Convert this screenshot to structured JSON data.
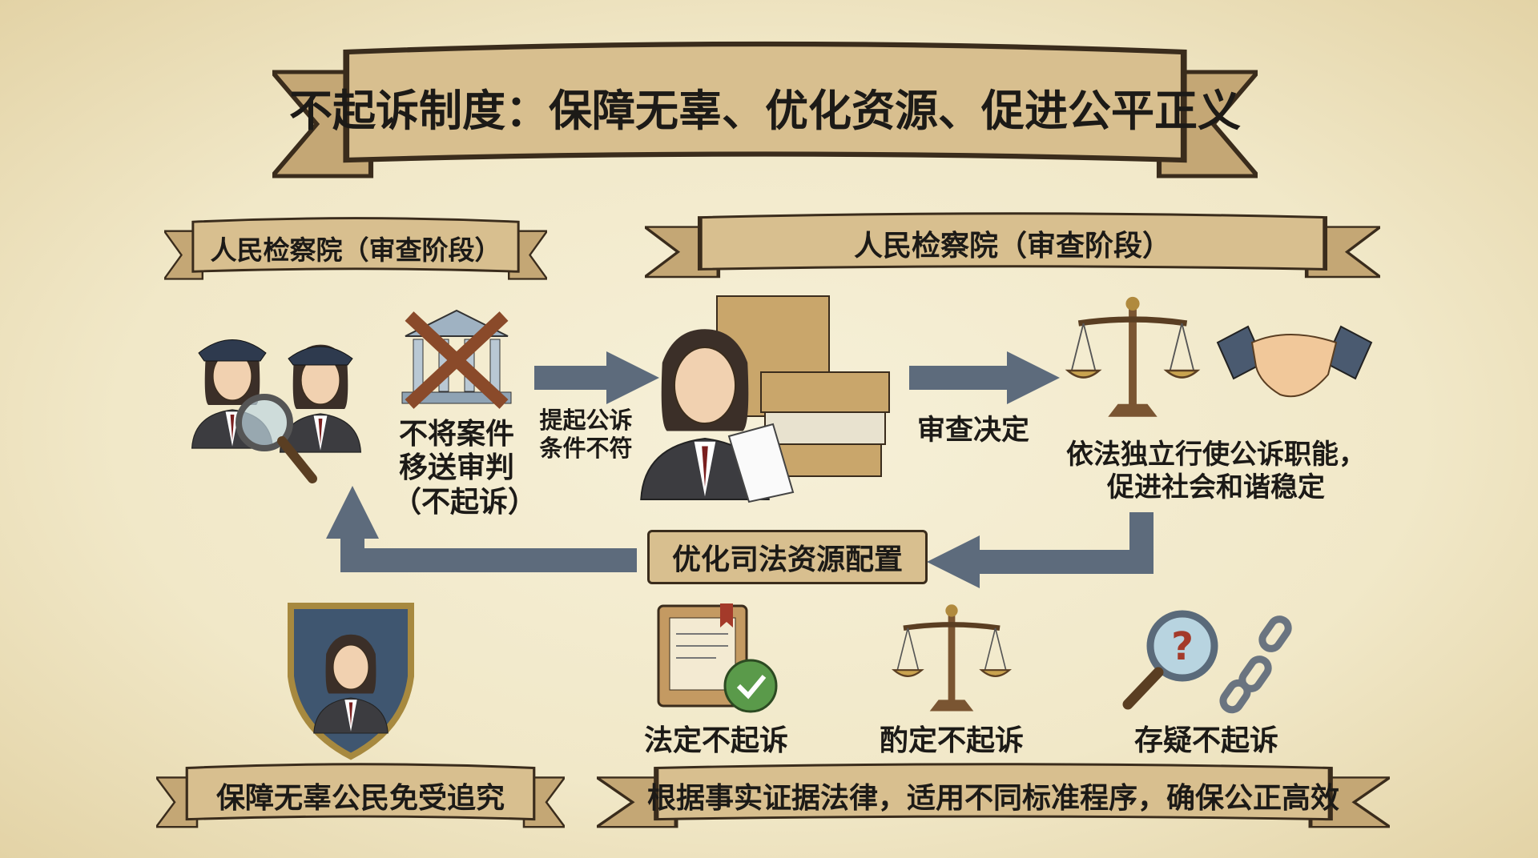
{
  "title": "不起诉制度：保障无辜、优化资源、促进公平正义",
  "stage_left": "人民检察院（审查阶段）",
  "stage_right": "人民检察院（审查阶段）",
  "flow": {
    "no_transfer": [
      "不将案件",
      "移送审判",
      "（不起诉）"
    ],
    "condition": [
      "提起公诉",
      "条件不符"
    ],
    "review_decision": "审查决定",
    "outcome": [
      "依法独立行使公诉职能，",
      "促进社会和谐稳定"
    ],
    "optimize": "优化司法资源配置"
  },
  "types": [
    {
      "label": "法定不起诉",
      "icon": "law-book-check-icon"
    },
    {
      "label": "酌定不起诉",
      "icon": "scales-icon"
    },
    {
      "label": "存疑不起诉",
      "icon": "magnifier-question-broken-chain-icon"
    }
  ],
  "bottom_left": "保障无辜公民免受追究",
  "bottom_right": "根据事实证据法律，适用不同标准程序，确保公正高效",
  "colors": {
    "ribbon": "#d8bf8f",
    "arrow": "#5d6b7c",
    "outline": "#3a2c1c",
    "suit": "#3c3c40",
    "tie": "#7a1f1f"
  }
}
